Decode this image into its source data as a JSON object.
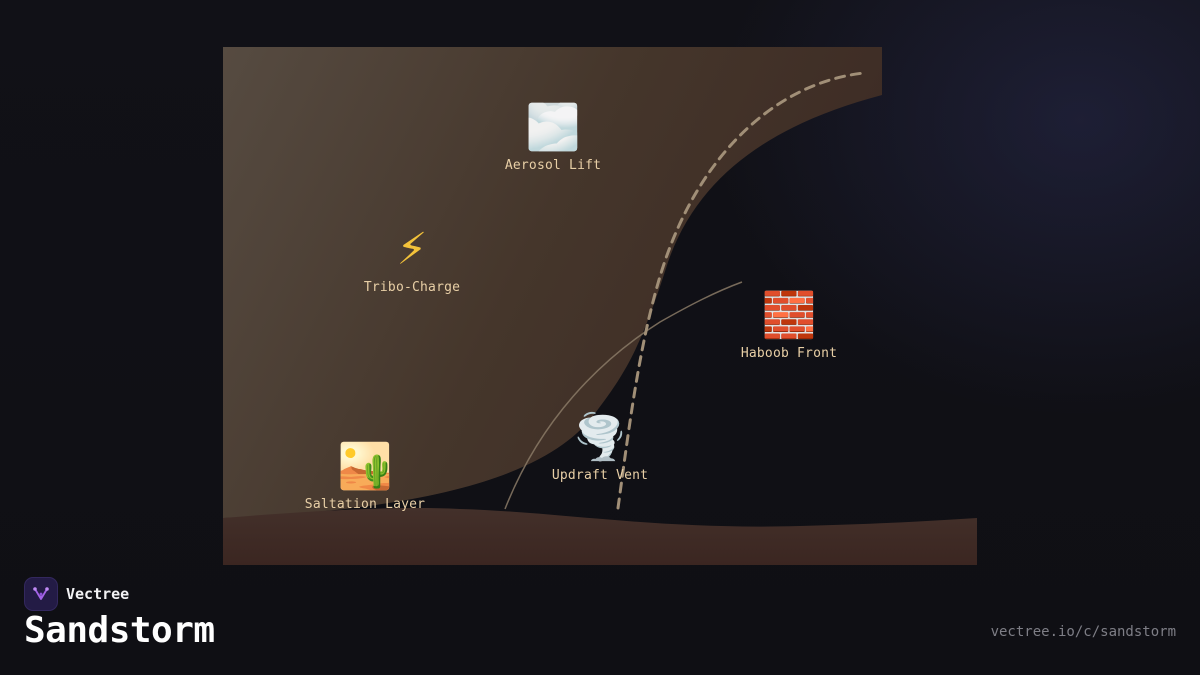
{
  "brand": {
    "name": "Vectree",
    "logo_icon": "vectree-tree-icon"
  },
  "page": {
    "title": "Sandstorm",
    "url": "vectree.io/c/sandstorm"
  },
  "colors": {
    "background": "#111117",
    "dust_cloud": "#4a3d33",
    "ground": "#3e2823",
    "label": "#e8cfa6",
    "dashed_path": "#9c8a72"
  },
  "nodes": [
    {
      "id": "aerosol-lift",
      "icon": "fog-cloud-icon",
      "emoji": "🌫️",
      "label": "Aerosol Lift"
    },
    {
      "id": "tribo-charge",
      "icon": "lightning-icon",
      "emoji": "⚡",
      "label": "Tribo-Charge"
    },
    {
      "id": "haboob-front",
      "icon": "brick-wall-icon",
      "emoji": "🧱",
      "label": "Haboob Front"
    },
    {
      "id": "updraft-vent",
      "icon": "tornado-icon",
      "emoji": "🌪️",
      "label": "Updraft Vent"
    },
    {
      "id": "saltation-layer",
      "icon": "desert-icon",
      "emoji": "🏜️",
      "label": "Saltation Layer"
    }
  ]
}
